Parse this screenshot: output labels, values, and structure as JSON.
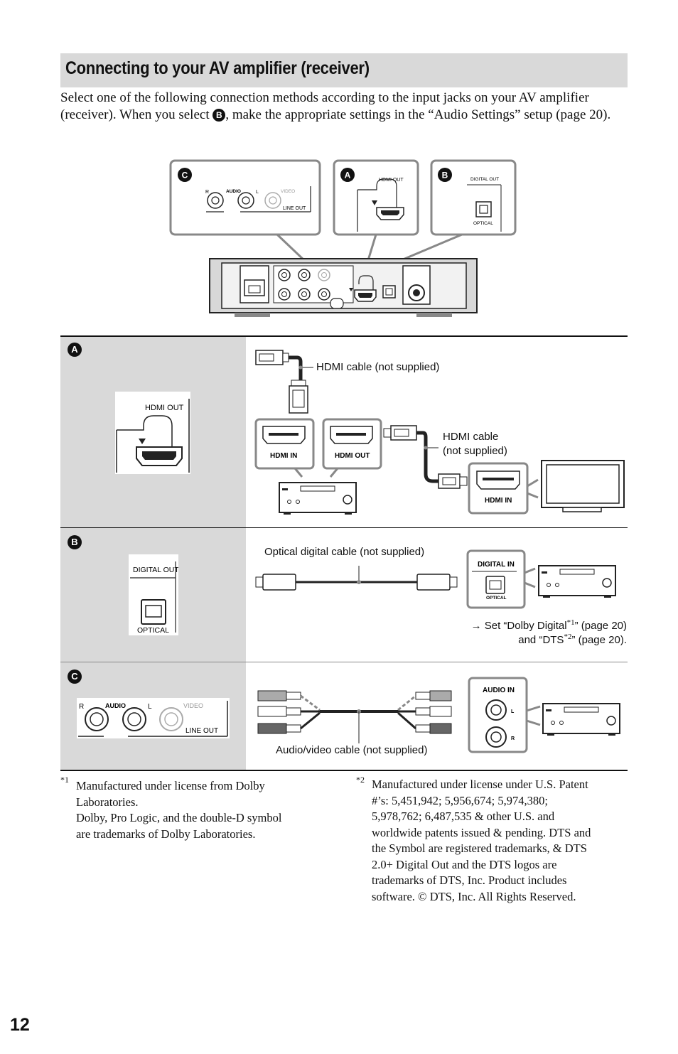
{
  "title": "Connecting to your AV amplifier (receiver)",
  "intro": {
    "part1": "Select one of the following connection methods according to the input jacks on your AV amplifier (receiver). When you select ",
    "badge": "B",
    "part2": ", make the appropriate settings in the “Audio Settings” setup (page 20)."
  },
  "diagram_top": {
    "badges": [
      "C",
      "A",
      "B"
    ],
    "panel_c": {
      "r": "R",
      "audio": "AUDIO",
      "l": "L",
      "video": "VIDEO",
      "line_out": "LINE OUT"
    },
    "panel_a": {
      "hdmi_out": "HDMI OUT"
    },
    "panel_b": {
      "digital_out": "DIGITAL OUT",
      "optical": "OPTICAL"
    }
  },
  "rows": {
    "a": {
      "badge": "A",
      "jack_label": "HDMI OUT",
      "cable1": "HDMI cable (not supplied)",
      "cable2_line1": "HDMI cable",
      "cable2_line2": "(not supplied)",
      "amp_in": "HDMI IN",
      "amp_out": "HDMI OUT",
      "tv_in": "HDMI IN"
    },
    "b": {
      "badge": "B",
      "jack_top": "DIGITAL OUT",
      "jack_bottom": "OPTICAL",
      "cable": "Optical digital cable (not supplied)",
      "amp_top": "DIGITAL IN",
      "amp_bottom": "OPTICAL",
      "note_arrow": "→",
      "note_line1_a": "Set “Dolby Digital",
      "note_sup1": "*1",
      "note_line1_b": "” (page 20)",
      "note_line2_a": "and “DTS",
      "note_sup2": "*2",
      "note_line2_b": "” (page 20)."
    },
    "c": {
      "badge": "C",
      "r": "R",
      "audio": "AUDIO",
      "l": "L",
      "video": "VIDEO",
      "line_out": "LINE OUT",
      "cable": "Audio/video cable (not supplied)",
      "amp_top": "AUDIO IN",
      "amp_l": "L",
      "amp_r": "R"
    }
  },
  "footnotes": {
    "fn1_mark": "*1",
    "fn1_lines": [
      "Manufactured under license from Dolby",
      "Laboratories.",
      "Dolby, Pro Logic, and the double-D symbol",
      "are trademarks of Dolby Laboratories."
    ],
    "fn2_mark": "*2",
    "fn2_lines": [
      "Manufactured under license under U.S. Patent",
      "#’s: 5,451,942; 5,956,674; 5,974,380;",
      "5,978,762; 6,487,535 & other U.S. and",
      "worldwide patents issued & pending. DTS and",
      "the Symbol are registered trademarks, & DTS",
      "2.0+ Digital Out and the DTS logos are",
      "trademarks of DTS, Inc. Product includes",
      "software. © DTS, Inc. All Rights Reserved."
    ]
  },
  "page_number": "12"
}
